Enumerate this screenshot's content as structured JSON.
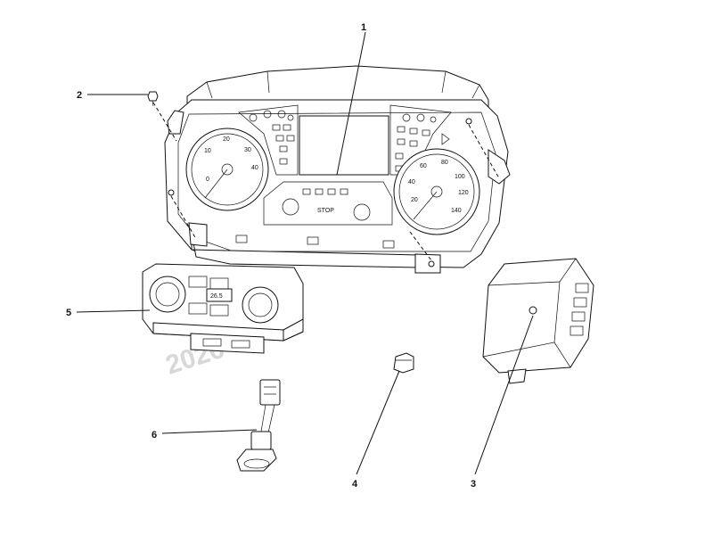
{
  "callouts": [
    {
      "id": "1",
      "label": "1"
    },
    {
      "id": "2",
      "label": "2"
    },
    {
      "id": "3",
      "label": "3"
    },
    {
      "id": "4",
      "label": "4"
    },
    {
      "id": "5",
      "label": "5"
    },
    {
      "id": "6",
      "label": "6"
    }
  ],
  "cluster": {
    "stop_text": "STOP",
    "left_dial_ticks": [
      "0",
      "10",
      "20",
      "30",
      "40"
    ],
    "right_dial_ticks": [
      "20",
      "40",
      "60",
      "80",
      "100",
      "120",
      "140"
    ]
  },
  "climate_panel": {
    "temp_readout": "26.5"
  },
  "watermark": "2026"
}
